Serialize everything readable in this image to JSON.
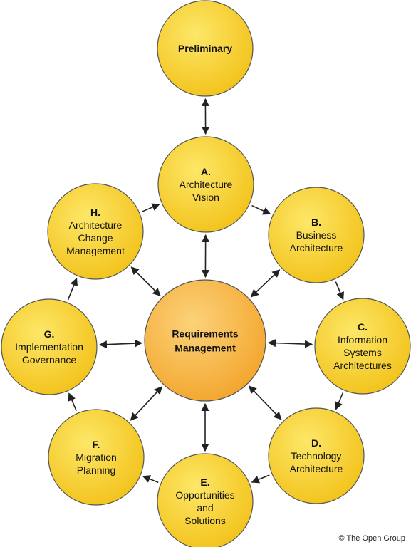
{
  "diagram": {
    "nodes": [
      {
        "id": "preliminary",
        "lines": [
          "Preliminary"
        ],
        "bold_all": true,
        "kind": "phase"
      },
      {
        "id": "a",
        "lines": [
          "A.",
          "Architecture",
          "Vision"
        ],
        "kind": "phase"
      },
      {
        "id": "b",
        "lines": [
          "B.",
          "Business",
          "Architecture"
        ],
        "kind": "phase"
      },
      {
        "id": "c",
        "lines": [
          "C.",
          "Information",
          "Systems",
          "Architectures"
        ],
        "kind": "phase"
      },
      {
        "id": "d",
        "lines": [
          "D.",
          "Technology",
          "Architecture"
        ],
        "kind": "phase"
      },
      {
        "id": "e",
        "lines": [
          "E.",
          "Opportunities",
          "and",
          "Solutions"
        ],
        "kind": "phase"
      },
      {
        "id": "f",
        "lines": [
          "F.",
          "Migration",
          "Planning"
        ],
        "kind": "phase"
      },
      {
        "id": "g",
        "lines": [
          "G.",
          "Implementation",
          "Governance"
        ],
        "kind": "phase"
      },
      {
        "id": "h",
        "lines": [
          "H.",
          "Architecture",
          "Change",
          "Management"
        ],
        "kind": "phase"
      },
      {
        "id": "rm",
        "lines": [
          "Requirements",
          "Management"
        ],
        "bold_all": true,
        "kind": "center"
      }
    ],
    "edges": [
      {
        "from": "preliminary",
        "to": "a",
        "bidirectional": true
      },
      {
        "from": "a",
        "to": "b",
        "bidirectional": false
      },
      {
        "from": "b",
        "to": "c",
        "bidirectional": false
      },
      {
        "from": "c",
        "to": "d",
        "bidirectional": false
      },
      {
        "from": "d",
        "to": "e",
        "bidirectional": false
      },
      {
        "from": "e",
        "to": "f",
        "bidirectional": false
      },
      {
        "from": "f",
        "to": "g",
        "bidirectional": false
      },
      {
        "from": "g",
        "to": "h",
        "bidirectional": false
      },
      {
        "from": "h",
        "to": "a",
        "bidirectional": false
      },
      {
        "from": "rm",
        "to": "a",
        "bidirectional": true
      },
      {
        "from": "rm",
        "to": "b",
        "bidirectional": true
      },
      {
        "from": "rm",
        "to": "c",
        "bidirectional": true
      },
      {
        "from": "rm",
        "to": "d",
        "bidirectional": true
      },
      {
        "from": "rm",
        "to": "e",
        "bidirectional": true
      },
      {
        "from": "rm",
        "to": "f",
        "bidirectional": true
      },
      {
        "from": "rm",
        "to": "g",
        "bidirectional": true
      },
      {
        "from": "rm",
        "to": "h",
        "bidirectional": true
      }
    ],
    "colors": {
      "phase_fill_light": "#fde768",
      "phase_fill_dark": "#f2c21a",
      "center_fill_light": "#fcd27a",
      "center_fill_dark": "#f3a52c",
      "stroke": "#555555",
      "arrow": "#222222"
    }
  },
  "footer": {
    "copyright": "© The Open Group"
  }
}
